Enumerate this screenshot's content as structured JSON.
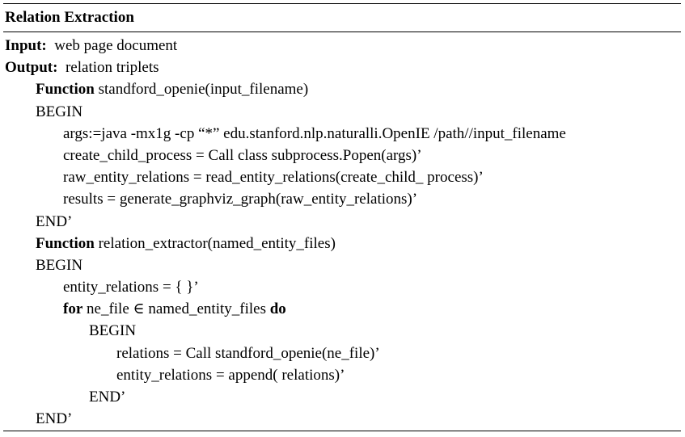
{
  "algorithm": {
    "title": "Relation Extraction",
    "input_label": "Input:",
    "input_text": "web page document",
    "output_label": "Output:",
    "output_text": "relation triplets",
    "function_keyword": "Function",
    "f1_signature": "standford_openie(input_filename)",
    "begin": "BEGIN",
    "f1_args": "args:=java -mx1g -cp “*” edu.stanford.nlp.naturalli.OpenIE /path//input_filename",
    "f1_child": "create_child_process = Call class subprocess.Popen(args)’",
    "f1_raw": "raw_entity_relations = read_entity_relations(create_child_ process)’",
    "f1_results": "results = generate_graphviz_graph(raw_entity_relations)’",
    "end": "END’",
    "f2_signature": "relation_extractor(named_entity_files)",
    "f2_init": "entity_relations = { }’",
    "for_keyword": "for",
    "for_condition": "ne_file ∈ named_entity_files",
    "do_keyword": "do",
    "loop_relations": "relations = Call standford_openie(ne_file)’",
    "loop_append": "entity_relations = append( relations)’",
    "inner_end": "END’",
    "final_end": "END’"
  }
}
